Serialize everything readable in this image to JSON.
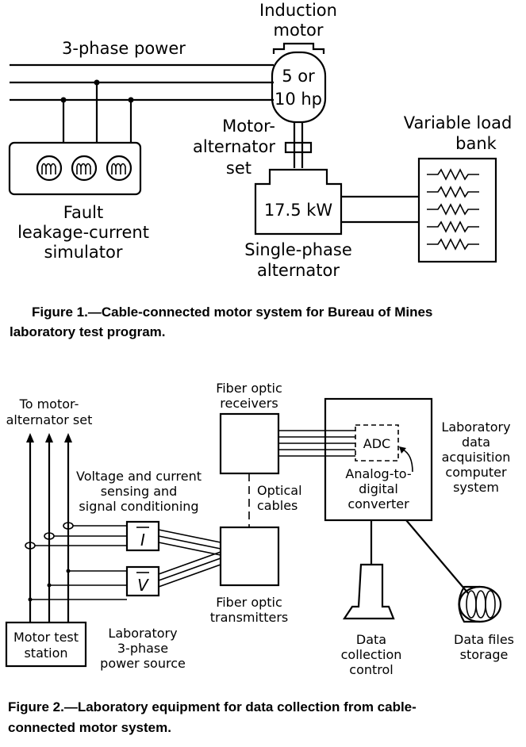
{
  "figure1": {
    "caption_line1": "Figure 1.—Cable-connected motor system for Bureau of Mines",
    "caption_line2": "laboratory test program.",
    "induction_motor_line1": "Induction",
    "induction_motor_line2": "motor",
    "power_label": "3-phase power",
    "motor_rating_line1": "5 or",
    "motor_rating_line2": "10 hp",
    "mg_set_line1": "Motor-",
    "mg_set_line2": "alternator",
    "mg_set_line3": "set",
    "alternator_rating": "17.5 kW",
    "alternator_line1": "Single-phase",
    "alternator_line2": "alternator",
    "load_bank_line1": "Variable load",
    "load_bank_line2": "bank",
    "fault_line1": "Fault",
    "fault_line2": "leakage-current",
    "fault_line3": "simulator"
  },
  "figure2": {
    "caption_line1": "Figure 2.—Laboratory equipment for data collection from cable-",
    "caption_line2": "connected motor system.",
    "to_mg_line1": "To motor-",
    "to_mg_line2": "alternator set",
    "receivers_line1": "Fiber optic",
    "receivers_line2": "receivers",
    "adc": "ADC",
    "adc_desc_line1": "Analog-to-",
    "adc_desc_line2": "digital",
    "adc_desc_line3": "converter",
    "computer_line1": "Laboratory",
    "computer_line2": "data",
    "computer_line3": "acquisition",
    "computer_line4": "computer",
    "computer_line5": "system",
    "sensing_line1": "Voltage and current",
    "sensing_line2": "sensing and",
    "sensing_line3": "signal conditioning",
    "optical_line1": "Optical",
    "optical_line2": "cables",
    "current_symbol": "I",
    "voltage_symbol": "V",
    "transmitters_line1": "Fiber optic",
    "transmitters_line2": "transmitters",
    "station_line1": "Motor test",
    "station_line2": "station",
    "source_line1": "Laboratory",
    "source_line2": "3-phase",
    "source_line3": "power source",
    "control_line1": "Data",
    "control_line2": "collection",
    "control_line3": "control",
    "storage_line1": "Data files",
    "storage_line2": "storage"
  }
}
